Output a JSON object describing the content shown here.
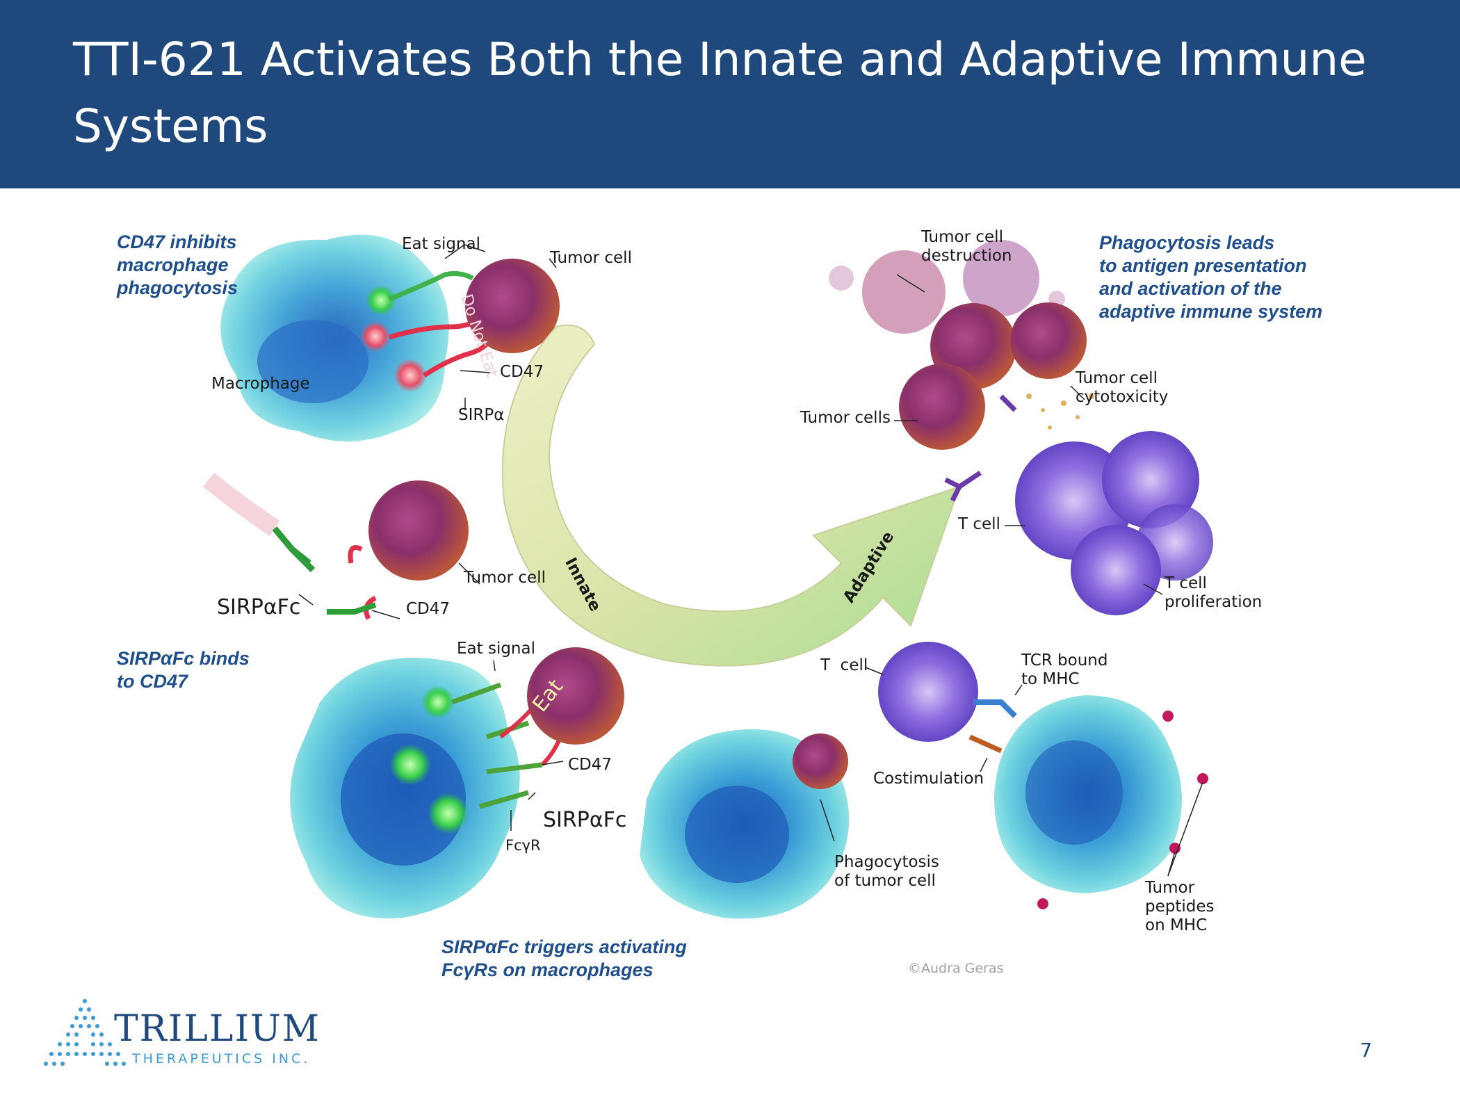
{
  "header": {
    "title": "TTI-621 Activates Both the Innate and Adaptive Immune Systems"
  },
  "captions": {
    "cd47_inhibits": "CD47 inhibits\nmacrophage\nphagocytosis",
    "sirpafc_binds": "SIRPαFc binds\nto CD47",
    "sirpafc_triggers": "SIRPαFc triggers activating\nFcγRs on macrophages",
    "phagocytosis_leads": "Phagocytosis leads\nto antigen presentation\nand activation of the\nadaptive immune system"
  },
  "labels": {
    "eat_signal_top": "Eat signal",
    "tumor_cell_top": "Tumor cell",
    "do_not_eat": "Do Not Eat",
    "cd47_top": "CD47",
    "sirpa": "SIRPα",
    "macrophage": "Macrophage",
    "tumor_cell_mid": "Tumor cell",
    "sirpafc_mid": "SIRPαFc",
    "cd47_mid": "CD47",
    "eat_signal_bottom": "Eat signal",
    "eat": "Eat",
    "cd47_bottom": "CD47",
    "sirpafc_bottom": "SIRPαFc",
    "fcgr": "FcγR",
    "phagocytosis_of_tumor_cell": "Phagocytosis\nof tumor cell",
    "innate": "Innate",
    "adaptive": "Adaptive",
    "tumor_cell_destruction": "Tumor cell\ndestruction",
    "tumor_cells": "Tumor cells",
    "tumor_cell_cytotoxicity": "Tumor cell\ncytotoxicity",
    "t_cell_right": "T cell",
    "t_cell_proliferation": "T cell\nproliferation",
    "t_cell_bottom": "T  cell",
    "tcr_bound_to_mhc": "TCR bound\nto MHC",
    "costimulation": "Costimulation",
    "tumor_peptides_on_mhc": "Tumor\npeptides\non MHC"
  },
  "credit": "©Audra Geras",
  "logo": {
    "name": "TRILLIUM",
    "subtitle": "THERAPEUTICS INC."
  },
  "page_number": "7",
  "colors": {
    "header_bg": "#1f497d",
    "caption_blue": "#1f4e8c",
    "macrophage": "#4fc3d6",
    "tumor": "#8a3a6a",
    "tcell": "#7a5cd6",
    "arrow_innate": "#e4e6b0",
    "arrow_adaptive": "#b9e3a0"
  }
}
